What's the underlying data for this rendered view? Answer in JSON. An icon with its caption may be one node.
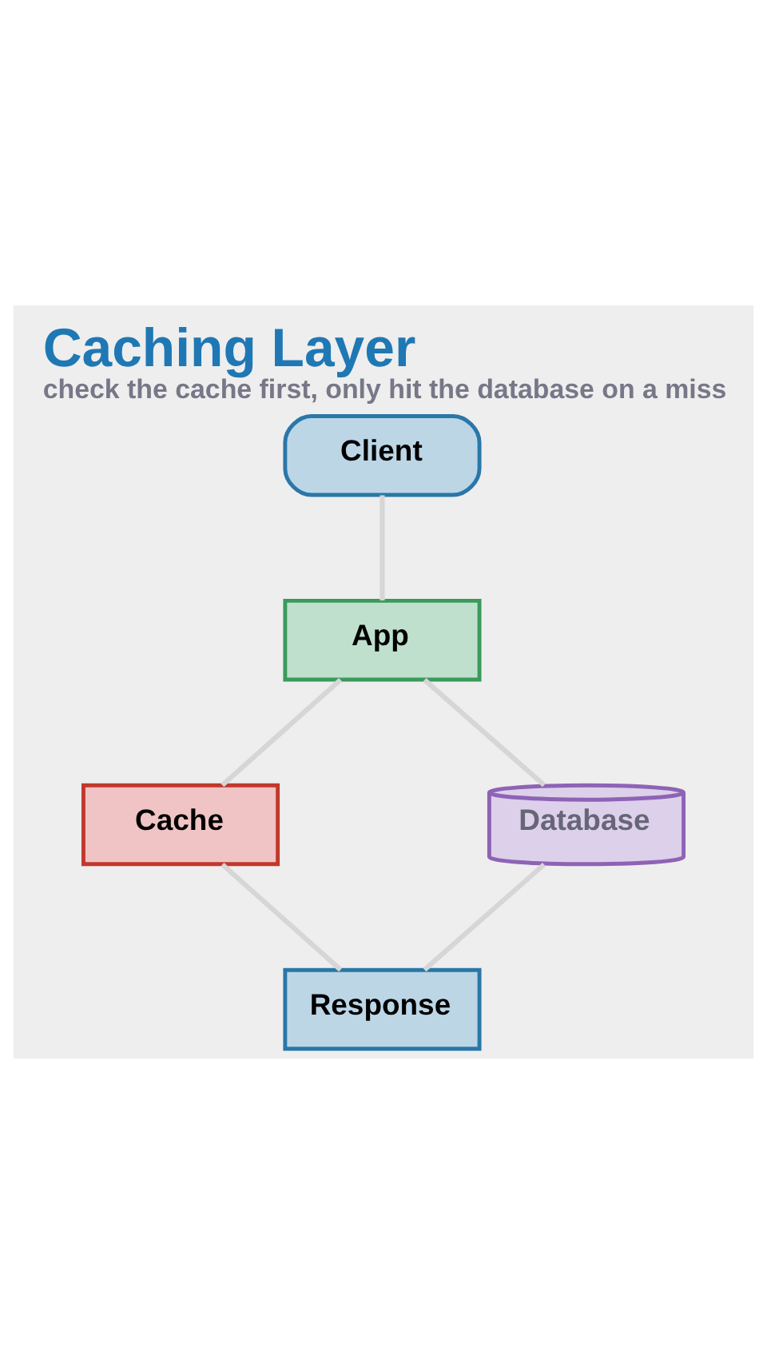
{
  "diagram": {
    "title": "Caching Layer",
    "caption": "check the cache first, only hit the database on a miss",
    "nodes": [
      {
        "text": [
          "Client"
        ]
      },
      {
        "text": [
          "App"
        ]
      },
      {
        "text": [
          "Cache"
        ]
      },
      {
        "text": [
          "Database"
        ]
      },
      {
        "text": [
          "Response"
        ]
      }
    ],
    "edges": [
      {
        "from": 0,
        "to": 1,
        "arrow": "none"
      },
      {
        "from": 1,
        "to": 2,
        "arrow": "none"
      },
      {
        "from": 1,
        "to": 3,
        "arrow": "none"
      },
      {
        "from": 2,
        "to": 4,
        "arrow": "none"
      },
      {
        "from": 3,
        "to": 4,
        "arrow": "none"
      }
    ]
  }
}
